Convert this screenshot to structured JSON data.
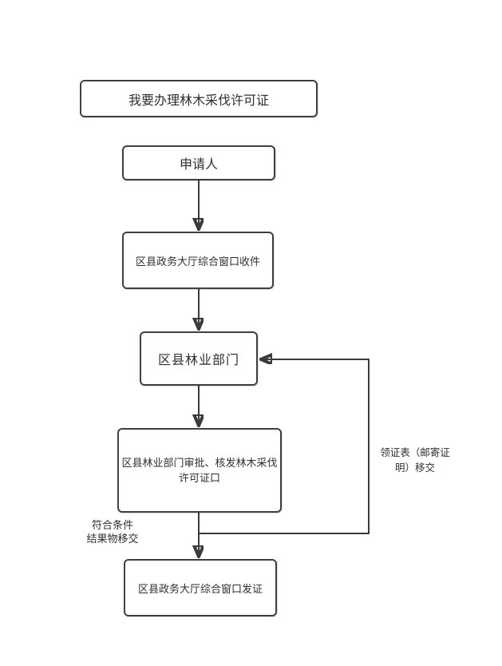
{
  "page": {
    "background_color": "#ffffff",
    "line_color": "#3a3a3a",
    "node_border_color": "#3f3f3f"
  },
  "nodes": [
    {
      "id": "start",
      "label": "我要办理林木采伐许可证"
    },
    {
      "id": "applicant",
      "label": "申请人"
    },
    {
      "id": "intake",
      "label": "区县政务大厅综合窗口收件"
    },
    {
      "id": "forestry",
      "label": "区县林业部门"
    },
    {
      "id": "approval",
      "label": "区县林业部门审批、核发林木采伐许可证口"
    },
    {
      "id": "issue",
      "label": "区县政务大厅综合窗口发证"
    }
  ],
  "edge_labels": {
    "qualified": {
      "line1": "符合条件",
      "line2": "结果物移交"
    },
    "feedback": {
      "line1": "领证表（邮寄证",
      "line2": "明）移交"
    }
  },
  "edges": [
    {
      "from": "applicant",
      "to": "intake"
    },
    {
      "from": "intake",
      "to": "forestry"
    },
    {
      "from": "forestry",
      "to": "approval"
    },
    {
      "from": "approval",
      "to": "issue",
      "label": "符合条件 结果物移交"
    },
    {
      "from": "approval",
      "to": "forestry",
      "label": "领证表（邮寄证明）移交"
    }
  ]
}
